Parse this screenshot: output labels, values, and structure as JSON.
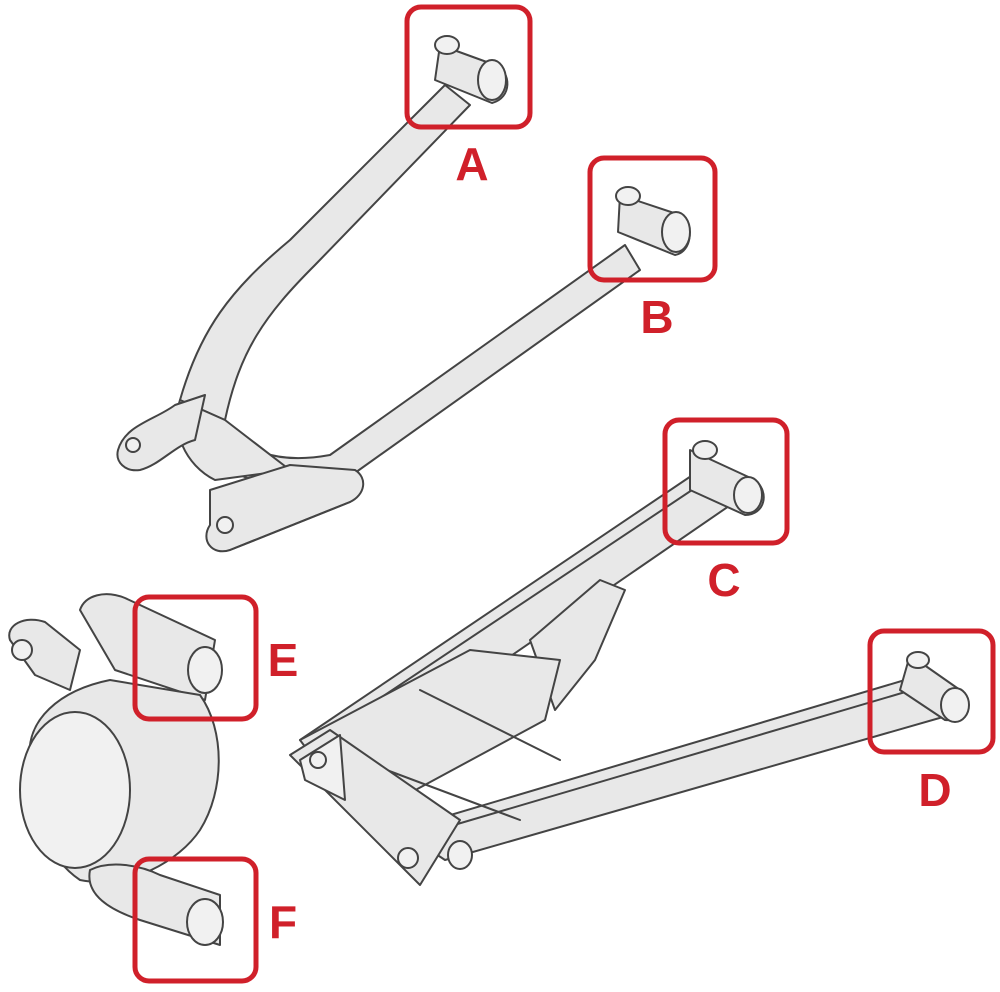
{
  "accent_color": "#d0202a",
  "callouts": [
    {
      "id": "A",
      "label": "A"
    },
    {
      "id": "B",
      "label": "B"
    },
    {
      "id": "C",
      "label": "C"
    },
    {
      "id": "D",
      "label": "D"
    },
    {
      "id": "E",
      "label": "E"
    },
    {
      "id": "F",
      "label": "F"
    }
  ],
  "parts": [
    {
      "name": "upper-a-arm"
    },
    {
      "name": "lower-a-arm"
    },
    {
      "name": "steering-knuckle"
    }
  ]
}
